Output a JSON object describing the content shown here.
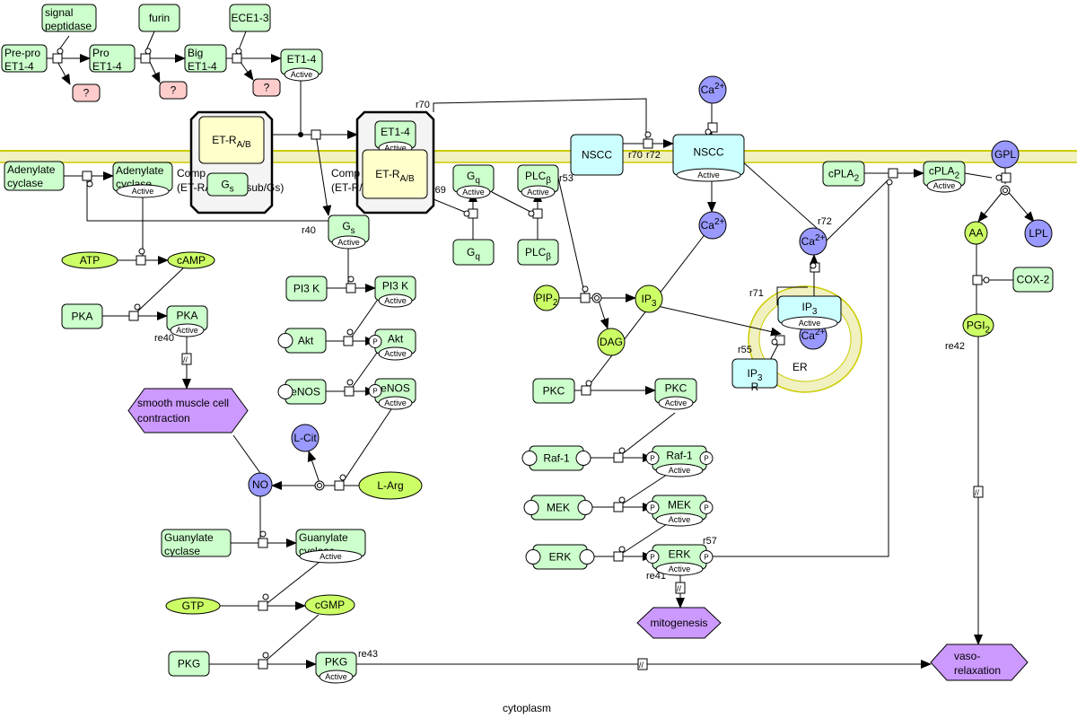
{
  "diagram": {
    "compartment_label": "cytoplasm",
    "er_label": "ER",
    "active_label": "Active",
    "phospho_label": "P",
    "colors": {
      "protein": "#ccffcc",
      "receptor": "#ffffcc",
      "channel": "#ccffff",
      "simple_molecule": "#ccff66",
      "ion": "#9999ff",
      "phenotype": "#cc99ff",
      "unknown": "#ffcccc",
      "complex": "#f4f4f4",
      "membrane": "#cccc00",
      "membrane_fill": "#f0f0c0"
    },
    "nodes": [
      {
        "id": "sigpep",
        "label": "signal\npeptidase",
        "type": "protein"
      },
      {
        "id": "furin",
        "label": "furin",
        "type": "protein"
      },
      {
        "id": "ece",
        "label": "ECE1-3",
        "type": "protein"
      },
      {
        "id": "prepro",
        "label": "Pre-pro\nET1-4",
        "type": "protein"
      },
      {
        "id": "pro",
        "label": "Pro\nET1-4",
        "type": "protein"
      },
      {
        "id": "big",
        "label": "Big\nET1-4",
        "type": "protein"
      },
      {
        "id": "et14a",
        "label": "ET1-4",
        "type": "protein",
        "active": true
      },
      {
        "id": "q1",
        "label": "?",
        "type": "unknown"
      },
      {
        "id": "q2",
        "label": "?",
        "type": "unknown"
      },
      {
        "id": "q3",
        "label": "?",
        "type": "unknown"
      },
      {
        "id": "cx1",
        "label": "Complex (ET-RA/B_endsub/Gs)",
        "type": "complex"
      },
      {
        "id": "etr1",
        "label": "ET-R",
        "sub": "A/B",
        "type": "receptor"
      },
      {
        "id": "gs_in",
        "label": "G",
        "sub": "s",
        "type": "protein"
      },
      {
        "id": "cx2",
        "label": "Complex (ET-R/ET1-4)",
        "type": "complex",
        "active": true
      },
      {
        "id": "et14b",
        "label": "ET1-4",
        "type": "protein",
        "active": true
      },
      {
        "id": "etr2",
        "label": "ET-R",
        "sub": "A/B",
        "type": "receptor"
      },
      {
        "id": "adc",
        "label": "Adenylate\ncyclase",
        "type": "protein"
      },
      {
        "id": "adca",
        "label": "Adenylate\ncyclase",
        "type": "protein",
        "active": true
      },
      {
        "id": "gsa",
        "label": "G",
        "sub": "s",
        "type": "protein",
        "active": true
      },
      {
        "id": "gqa",
        "label": "G",
        "sub": "q",
        "type": "protein",
        "active": true
      },
      {
        "id": "gq",
        "label": "G",
        "sub": "q",
        "type": "protein"
      },
      {
        "id": "plcba",
        "label": "PLC",
        "sub": "β",
        "type": "protein",
        "active": true
      },
      {
        "id": "plcb",
        "label": "PLC",
        "sub": "β",
        "type": "protein"
      },
      {
        "id": "nscc",
        "label": "NSCC",
        "type": "channel"
      },
      {
        "id": "nscca",
        "label": "NSCC",
        "type": "channel",
        "active": true
      },
      {
        "id": "ca_top",
        "label": "Ca",
        "sup": "2+",
        "type": "ion"
      },
      {
        "id": "ca_mid",
        "label": "Ca",
        "sup": "2+",
        "type": "ion"
      },
      {
        "id": "ca_r",
        "label": "Ca",
        "sup": "2+",
        "type": "ion"
      },
      {
        "id": "ca_er",
        "label": "Ca",
        "sup": "2+",
        "type": "ion"
      },
      {
        "id": "cpla2",
        "label": "cPLA",
        "sub": "2",
        "type": "protein"
      },
      {
        "id": "cpla2a",
        "label": "cPLA",
        "sub": "2",
        "type": "protein",
        "active": true
      },
      {
        "id": "gpl",
        "label": "GPL",
        "type": "ion"
      },
      {
        "id": "aa",
        "label": "AA",
        "type": "simple_molecule"
      },
      {
        "id": "lpl",
        "label": "LPL",
        "type": "ion"
      },
      {
        "id": "cox2",
        "label": "COX-2",
        "type": "protein"
      },
      {
        "id": "pgi2",
        "label": "PGI",
        "sub": "2",
        "type": "simple_molecule"
      },
      {
        "id": "atp",
        "label": "ATP",
        "type": "simple_molecule"
      },
      {
        "id": "camp",
        "label": "cAMP",
        "type": "simple_molecule"
      },
      {
        "id": "pka",
        "label": "PKA",
        "type": "protein"
      },
      {
        "id": "pkaa",
        "label": "PKA",
        "type": "protein",
        "active": true
      },
      {
        "id": "smc",
        "label": "smooth muscle cell\ncontraction",
        "type": "phenotype"
      },
      {
        "id": "pi3k",
        "label": "PI3 K",
        "type": "protein"
      },
      {
        "id": "pi3ka",
        "label": "PI3 K",
        "type": "protein",
        "active": true
      },
      {
        "id": "akt",
        "label": "Akt",
        "type": "protein"
      },
      {
        "id": "akta",
        "label": "Akt",
        "type": "protein",
        "active": true
      },
      {
        "id": "enos",
        "label": "eNOS",
        "type": "protein"
      },
      {
        "id": "enosa",
        "label": "eNOS",
        "type": "protein",
        "active": true
      },
      {
        "id": "lcit",
        "label": "L-Cit",
        "type": "ion"
      },
      {
        "id": "larg",
        "label": "L-Arg",
        "type": "simple_molecule"
      },
      {
        "id": "no",
        "label": "NO",
        "type": "ion"
      },
      {
        "id": "gc",
        "label": "Guanylate\ncyclase",
        "type": "protein"
      },
      {
        "id": "gca",
        "label": "Guanylate\ncyclase",
        "type": "protein",
        "active": true
      },
      {
        "id": "gtp",
        "label": "GTP",
        "type": "simple_molecule"
      },
      {
        "id": "cgmp",
        "label": "cGMP",
        "type": "simple_molecule"
      },
      {
        "id": "pkg",
        "label": "PKG",
        "type": "protein"
      },
      {
        "id": "pkga",
        "label": "PKG",
        "type": "protein",
        "active": true
      },
      {
        "id": "pip2",
        "label": "PIP",
        "sub": "2",
        "type": "simple_molecule"
      },
      {
        "id": "ip3",
        "label": "IP",
        "sub": "3",
        "type": "simple_molecule"
      },
      {
        "id": "dag",
        "label": "DAG",
        "type": "simple_molecule"
      },
      {
        "id": "ip3r",
        "label": "IP",
        "sub": "3",
        "line2": "R",
        "type": "channel"
      },
      {
        "id": "ip3ra",
        "label": "IP",
        "sub": "3",
        "line2": "R",
        "type": "channel",
        "active": true
      },
      {
        "id": "pkc",
        "label": "PKC",
        "type": "protein"
      },
      {
        "id": "pkca",
        "label": "PKC",
        "type": "protein",
        "active": true
      },
      {
        "id": "raf",
        "label": "Raf-1",
        "type": "protein"
      },
      {
        "id": "rafa",
        "label": "Raf-1",
        "type": "protein",
        "active": true
      },
      {
        "id": "mek",
        "label": "MEK",
        "type": "protein"
      },
      {
        "id": "meka",
        "label": "MEK",
        "type": "protein",
        "active": true
      },
      {
        "id": "erk",
        "label": "ERK",
        "type": "protein"
      },
      {
        "id": "erka",
        "label": "ERK",
        "type": "protein",
        "active": true
      },
      {
        "id": "mito",
        "label": "mitogenesis",
        "type": "phenotype"
      },
      {
        "id": "vaso",
        "label": "vaso-\nrelaxation",
        "type": "phenotype"
      }
    ],
    "reaction_labels": [
      "r70",
      "r70",
      "r72",
      "r72",
      "r69",
      "r53",
      "r40",
      "r71",
      "r55",
      "r57",
      "re40",
      "re41",
      "re42",
      "re43"
    ],
    "complex_labels": [
      "Comp\n(ET-RA/B_endsub/Gs)",
      "Comp\n(ET-R/ET1-4)"
    ]
  }
}
